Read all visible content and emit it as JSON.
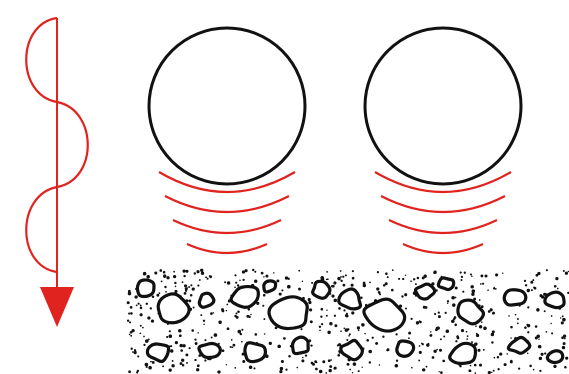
{
  "diagram": {
    "colors": {
      "background": "#ffffff",
      "wave_arrow": "#e0231f",
      "particle_outline": "#111111",
      "emission_arcs": "#e0231f",
      "aggregate": "#111111"
    },
    "elements": {
      "wave_arrow": {
        "icon": "sine-wave-down-arrow",
        "direction": "down"
      },
      "particles": {
        "count": 2,
        "shape": "circle"
      },
      "emission_arcs": {
        "arcs_per_particle": 4
      },
      "aggregate_layer": {
        "texture": "stippled-stones"
      }
    }
  }
}
